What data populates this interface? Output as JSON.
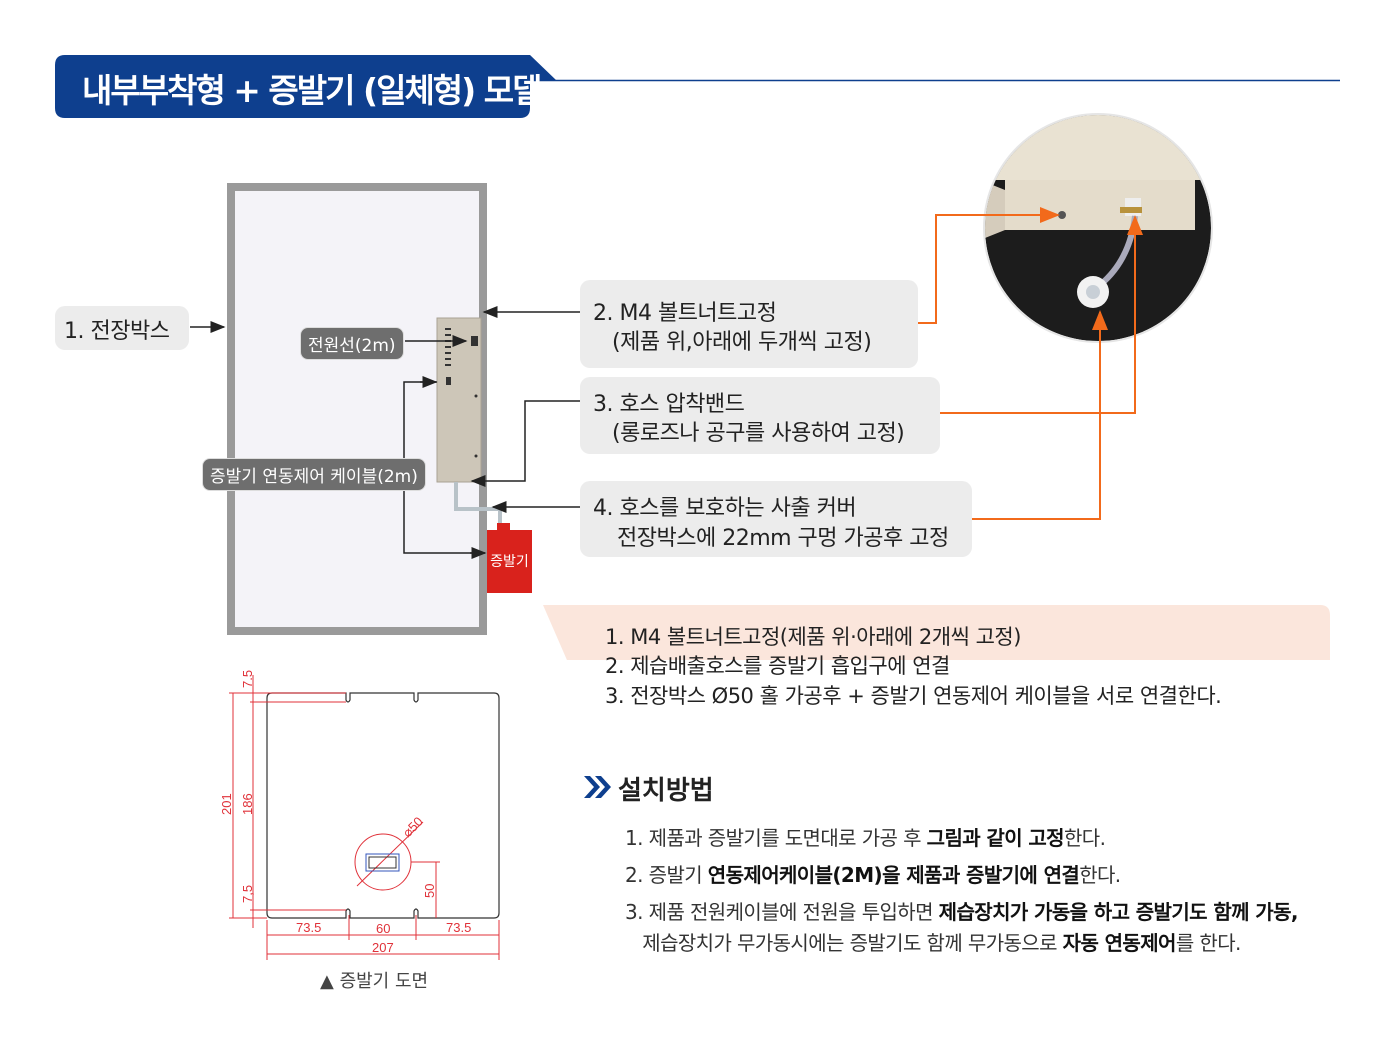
{
  "header": {
    "title": "내부부착형 + 증발기 (일체형) 모델",
    "color": "#0e3f8e"
  },
  "diagram": {
    "label_box": "1. 전장박스",
    "power_cable": "전원선(2m)",
    "control_cable": "증발기 연동제어 케이블(2m)",
    "evaporator": "증발기",
    "callouts": [
      {
        "line1": "2. M4 볼트너트고정",
        "line2": "(제품 위,아래에 두개씩 고정)"
      },
      {
        "line1": "3. 호스 압착밴드",
        "line2": "(롱로즈나 공구를 사용하여 고정)"
      },
      {
        "line1": "4. 호스를 보호하는 사출 커버",
        "line2": "전장박스에 22mm 구멍 가공후 고정"
      }
    ],
    "accent_orange": "#f26a1b"
  },
  "notes": [
    "1. M4 볼트너트고정(제품 위·아래에 2개씩 고정)",
    "2. 제습배출호스를 증발기 흡입구에 연결",
    "3. 전장박스 Ø50 홀 가공후 + 증발기 연동제어 케이블을 서로 연결한다."
  ],
  "install": {
    "heading": "설치방법",
    "steps": [
      {
        "a": "1. 제품과 증발기를 도면대로 가공 후 ",
        "b": "그림과 같이 고정",
        "c": "한다."
      },
      {
        "a": "2. 증발기 ",
        "b": "연동제어케이블(2M)을 제품과 증발기에 연결",
        "c": "한다."
      },
      {
        "a": "3. 제품 전원케이블에 전원을 투입하면 ",
        "b": "제습장치가 가동을 하고 증발기도 함께 가동,",
        "c": ""
      },
      {
        "a": "   제습장치가 무가동시에는 증발기도 함께 무가동으로 ",
        "b": "자동 연동제어",
        "c": "를 한다."
      }
    ]
  },
  "drawing": {
    "caption": "▲ 증발기 도면",
    "dims": {
      "top": "7.5",
      "total_h": "201",
      "inner_h": "186",
      "bottom": "7,5",
      "left": "73.5",
      "mid": "60",
      "right": "73.5",
      "width": "207",
      "hole": "⌀50",
      "hole_h": "50"
    }
  }
}
